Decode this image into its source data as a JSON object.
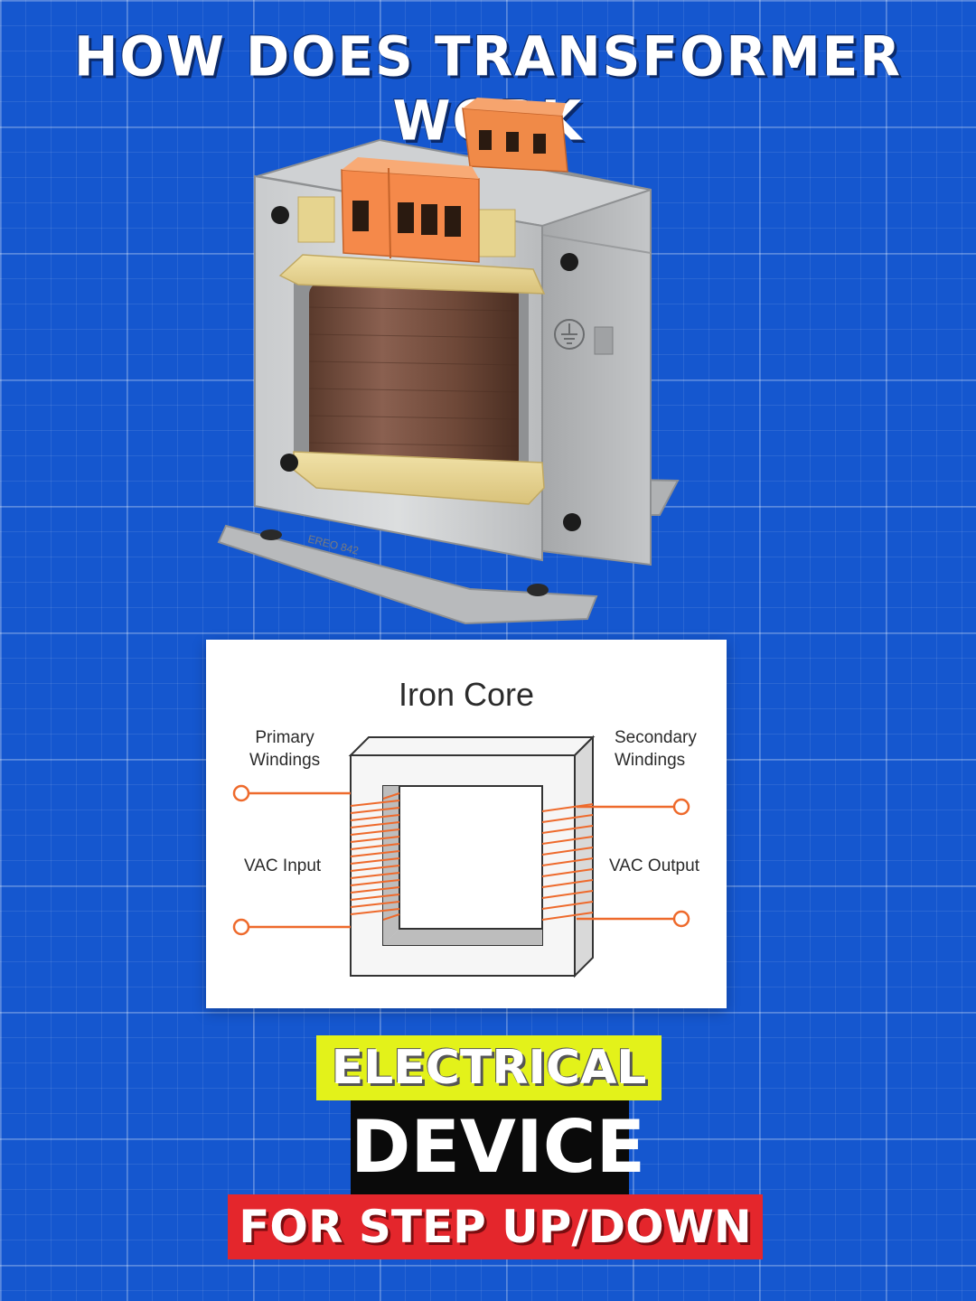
{
  "headline": "HOW DOES TRANSFORMER WORK",
  "photo": {
    "plate_text": "EREO 842",
    "icon": "transformer-photo"
  },
  "diagram": {
    "title": "Iron Core",
    "primary_label_1": "Primary",
    "primary_label_2": "Windings",
    "secondary_label_1": "Secondary",
    "secondary_label_2": "Windings",
    "input_label": "VAC Input",
    "output_label": "VAC Output"
  },
  "tags": {
    "line1": "ELECTRICAL",
    "line2": "DEVICE",
    "line3": "FOR STEP UP/DOWN"
  },
  "colors": {
    "background": "#1557cf",
    "winding": "#ee6a2c",
    "terminal_block": "#f5894a",
    "tag_yellow": "#e3f21a",
    "tag_black": "#0a0a0a",
    "tag_red": "#e4262c"
  }
}
